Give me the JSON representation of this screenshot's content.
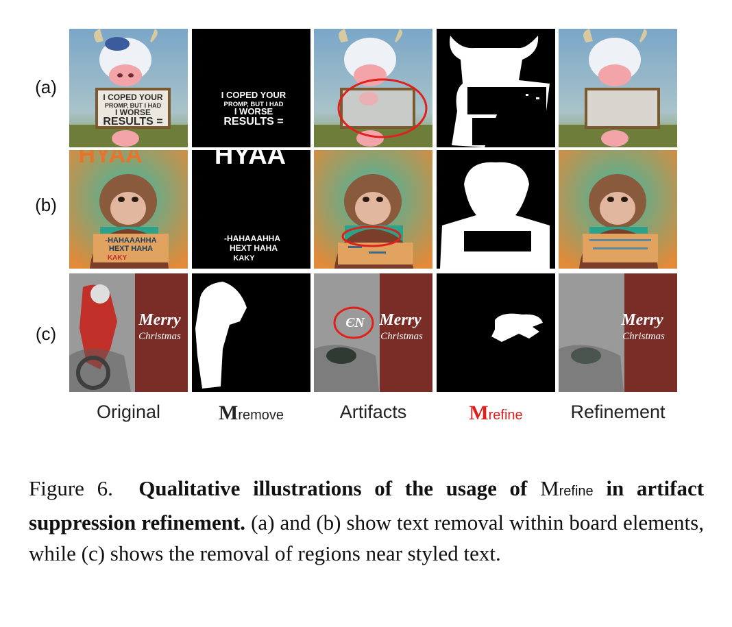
{
  "rows": [
    {
      "label": "(a)"
    },
    {
      "label": "(b)"
    },
    {
      "label": "(c)"
    }
  ],
  "columns": {
    "original": "Original",
    "remove_main": "M",
    "remove_sub": "remove",
    "artifacts": "Artifacts",
    "refine_main": "M",
    "refine_sub": "refine",
    "refinement": "Refinement"
  },
  "image_text": {
    "a_line1": "I COPED YOUR",
    "a_line2": "PROMP, BUT I HAD",
    "a_line3": "I WORSE",
    "a_line4": "RESULTS =",
    "b_top": "HYAA",
    "b_line1": "-HAHAAAHHA",
    "b_line2": "HEXT HAHA",
    "b_line3": "KAKY",
    "c_merry": "Merry",
    "c_christmas": "Christmas",
    "c_artifact": "ЄN"
  },
  "colors": {
    "highlight_red": "#e0201c",
    "mask_black": "#000000",
    "mask_white": "#ffffff"
  },
  "caption": {
    "prefix": "Figure 6.",
    "bold_part1": "Qualitative illustrations of the usage of",
    "m_main": "M",
    "m_sub": "refine",
    "bold_part2": "in artifact suppression refinement.",
    "rest": "(a) and (b) show text removal within board elements, while (c) shows the removal of regions near styled text."
  }
}
